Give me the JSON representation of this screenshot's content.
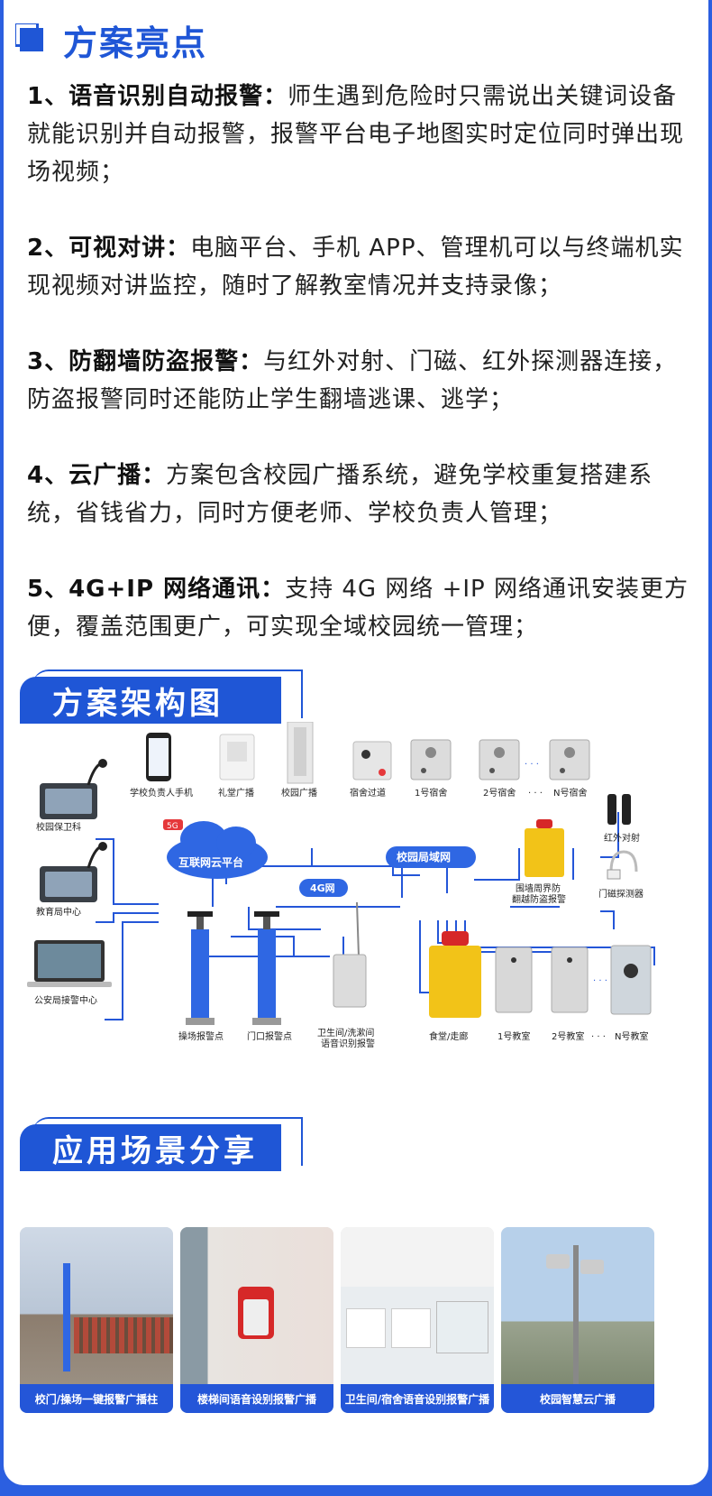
{
  "highlights": {
    "title": "方案亮点",
    "items": [
      {
        "head": "1、语音识别自动报警：",
        "body": "师生遇到危险时只需说出关键词设备就能识别并自动报警，报警平台电子地图实时定位同时弹出现场视频；"
      },
      {
        "head": "2、可视对讲：",
        "body": "电脑平台、手机 APP、管理机可以与终端机实现视频对讲监控，随时了解教室情况并支持录像；"
      },
      {
        "head": "3、防翻墙防盗报警：",
        "body": "与红外对射、门磁、红外探测器连接，防盗报警同时还能防止学生翻墙逃课、逃学；"
      },
      {
        "head": "4、云广播：",
        "body": "方案包含校园广播系统，避免学校重复搭建系统，省钱省力，同时方便老师、学校负责人管理；"
      },
      {
        "head": "5、4G+IP 网络通讯：",
        "body": "支持 4G 网络 +IP 网络通讯安装更方便，覆盖范围更广，可实现全域校园统一管理；"
      }
    ]
  },
  "architecture": {
    "title": "方案架构图",
    "labels": {
      "guard": "校园保卫科",
      "edu": "教育局中心",
      "police": "公安局接警中心",
      "phone": "学校负责人手机",
      "hall": "礼堂广播",
      "campus_bc": "校园广播",
      "corridor": "宿舍过道",
      "dorm1": "1号宿舍",
      "dorm2": "2号宿舍",
      "dormn": "N号宿舍",
      "dots": "· · ·",
      "cloud": "互联网云平台",
      "fiveg": "5G",
      "lan": "校园局域网",
      "fourg": "4G网",
      "infrared": "红外对射",
      "wall1": "围墙周界防",
      "wall2": "翻越防盗报警",
      "magnet": "门磁探测器",
      "play": "操场报警点",
      "gate": "门口报警点",
      "wc1": "卫生间/洗漱间",
      "wc2": "语音识别报警",
      "canteen": "食堂/走廊",
      "class1": "1号教室",
      "class2": "2号教室",
      "classn": "N号教室"
    }
  },
  "scenes": {
    "title": "应用场景分享",
    "cards": [
      {
        "caption": "校门/操场一键报警广播柱"
      },
      {
        "caption": "楼梯间语音设别报警广播"
      },
      {
        "caption": "卫生间/宿舍语音设别报警广播"
      },
      {
        "caption": "校园智慧云广播"
      }
    ]
  },
  "colors": {
    "accent": "#1f56d6",
    "frame": "#2b5fe0"
  }
}
